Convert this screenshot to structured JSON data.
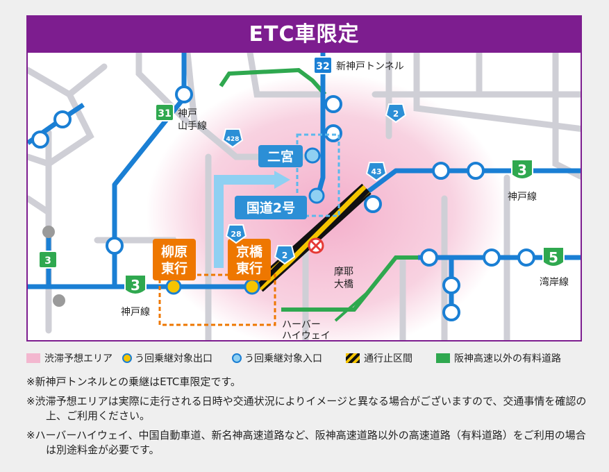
{
  "title": "ETC車限定",
  "map": {
    "route_shields": [
      {
        "number": "32",
        "label": "新神戸トンネル"
      },
      {
        "number": "31",
        "label_line1": "神戸",
        "label_line2": "山手線"
      },
      {
        "number": "3",
        "label": "神戸線"
      },
      {
        "number": "3",
        "label": "神戸線"
      },
      {
        "number": "5",
        "label": "湾岸線"
      },
      {
        "number": "3"
      }
    ],
    "national_routes": [
      "428",
      "2",
      "43",
      "28",
      "2"
    ],
    "entrances": [
      {
        "label": "二宮"
      },
      {
        "label": "国道2号"
      }
    ],
    "exits": [
      {
        "label_line1": "柳原",
        "label_line2": "東行"
      },
      {
        "label_line1": "京橋",
        "label_line2": "東行"
      }
    ],
    "place_labels": {
      "maya_bridge_line1": "摩耶",
      "maya_bridge_line2": "大橋",
      "harbor_line1": "ハーバー",
      "harbor_line2": "ハイウェイ"
    },
    "colors": {
      "expressway": "#1a7fd4",
      "other_toll_road": "#2fa84f",
      "congestion": "#f5c0d5",
      "frame": "#7d1d8f",
      "exit_marker": "#f5c400",
      "entrance_marker": "#8fd0f2",
      "label_orange": "#ee7700",
      "label_blue": "#2c8fd6"
    }
  },
  "legend": {
    "congestion": "渋滞予想エリア",
    "exit": "う回乗継対象出口",
    "entrance": "う回乗継対象入口",
    "closed": "通行止区間",
    "other_toll": "阪神高速以外の有料道路"
  },
  "notes": [
    "※新神戸トンネルとの乗継はETC車限定です。",
    "※渋滞予想エリアは実際に走行される日時や交通状況によりイメージと異なる場合がございますので、交通事情を確認の上、ご利用ください。",
    "※ハーバーハイウェイ、中国自動車道、新名神高速道路など、阪神高速道路以外の高速道路（有料道路）をご利用の場合は別途料金が必要です。"
  ]
}
